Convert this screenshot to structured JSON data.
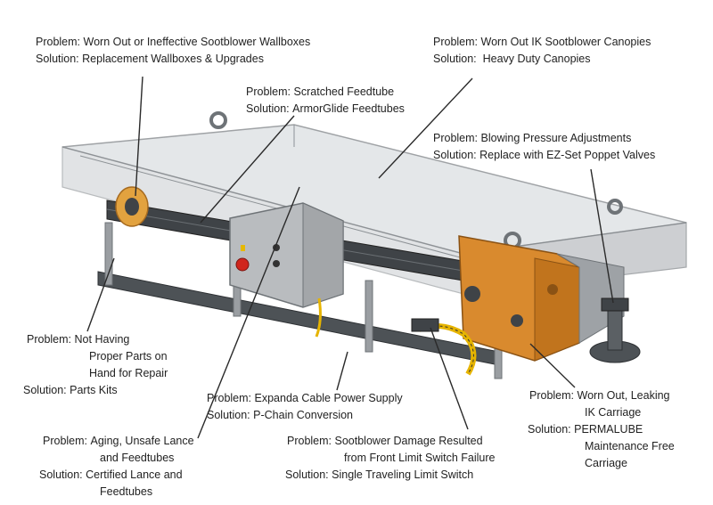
{
  "colors": {
    "housing": "#c9cdd1",
    "housing_dark": "#8d9296",
    "carriage": "#d98a2e",
    "feedtube": "#3f4347",
    "box": "#b9bcbf",
    "leader": "#2a2a2a"
  },
  "callouts": [
    {
      "id": "wallboxes",
      "problem_key": "Problem:",
      "problem": "Worn Out or Ineffective Sootblower Wallboxes",
      "solution_key": "Solution:",
      "solution": "Replacement Wallboxes & Upgrades"
    },
    {
      "id": "canopies",
      "problem_key": "Problem:",
      "problem": "Worn Out IK Sootblower Canopies",
      "solution_key": "Solution:",
      "solution": "Heavy Duty Canopies"
    },
    {
      "id": "feedtube",
      "problem_key": "Problem:",
      "problem": "Scratched Feedtube",
      "solution_key": "Solution:",
      "solution": "ArmorGlide Feedtubes"
    },
    {
      "id": "pressure",
      "problem_key": "Problem:",
      "problem": "Blowing Pressure Adjustments",
      "solution_key": "Solution:",
      "solution": "Replace with EZ-Set Poppet Valves"
    },
    {
      "id": "parts",
      "problem_key": "Problem:",
      "problem_lines": [
        "Not Having",
        "Proper Parts on",
        "Hand for Repair"
      ],
      "solution_key": "Solution:",
      "solution": "Parts Kits"
    },
    {
      "id": "cable",
      "problem_key": "Problem:",
      "problem": "Expanda Cable Power Supply",
      "solution_key": "Solution:",
      "solution": "P-Chain Conversion"
    },
    {
      "id": "carriage",
      "problem_key": "Problem:",
      "problem_lines": [
        "Worn Out, Leaking",
        "IK Carriage"
      ],
      "solution_key": "Solution:",
      "solution_lines": [
        "PERMALUBE",
        "Maintenance Free",
        "Carriage"
      ]
    },
    {
      "id": "lance",
      "problem_key": "Problem:",
      "problem_lines": [
        "Aging, Unsafe Lance",
        "and Feedtubes"
      ],
      "solution_key": "Solution:",
      "solution_lines": [
        "Certified Lance and",
        "Feedtubes"
      ]
    },
    {
      "id": "limit",
      "problem_key": "Problem:",
      "problem_lines": [
        "Sootblower Damage Resulted",
        "from Front Limit Switch Failure"
      ],
      "solution_key": "Solution:",
      "solution": "Single Traveling Limit Switch"
    }
  ]
}
